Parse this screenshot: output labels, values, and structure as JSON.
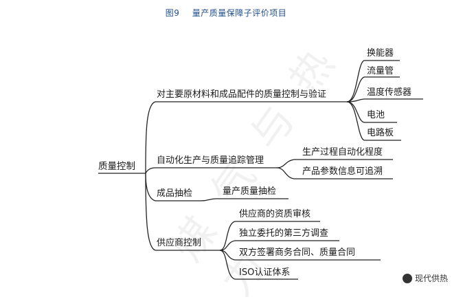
{
  "caption": {
    "fig_no": "图9",
    "title": "量产质量保障子评价项目"
  },
  "root": "质量控制",
  "branches": [
    {
      "label": "对主要原材料和成品配件的质量控制与验证",
      "children": [
        "换能器",
        "流量管",
        "温度传感器",
        "电池",
        "电路板"
      ]
    },
    {
      "label": "自动化生产与质量追踪管理",
      "children": [
        "生产过程自动化程度",
        "产品参数信息可追溯"
      ]
    },
    {
      "label": "成品抽检",
      "children": [
        "量产质量抽检"
      ]
    },
    {
      "label": "供应商控制",
      "children": [
        "供应商的资质审核",
        "独立委托的第三方调查",
        "双方签署商务合同、质量合同",
        "ISO认证体系"
      ]
    }
  ],
  "watermark": "煤气与热力杂志",
  "brand": "现代供热"
}
